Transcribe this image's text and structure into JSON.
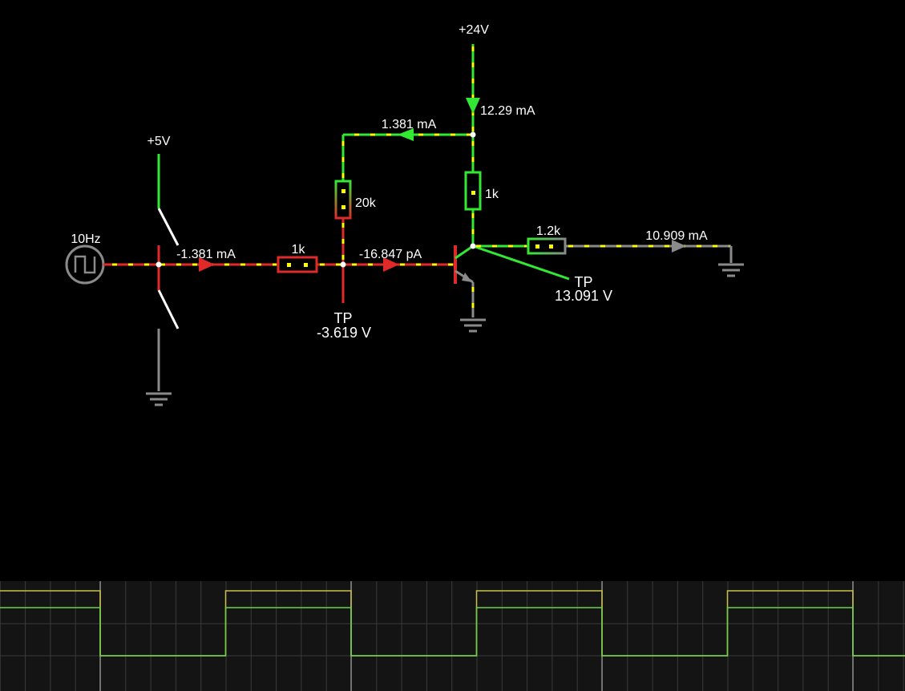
{
  "circuit": {
    "supply_24": "+24V",
    "supply_5": "+5V",
    "source_freq": "10Hz",
    "r_base": "1k",
    "r_feedback": "20k",
    "r_collector": "1k",
    "r_load": "1.2k",
    "i_supply": "12.29 mA",
    "i_feedback": "1.381 mA",
    "i_switch": "-1.381 mA",
    "i_base": "-16.847 pA",
    "i_load": "10.909 mA",
    "tp_base_label": "TP",
    "tp_base_value": "-3.619 V",
    "tp_collector_label": "TP",
    "tp_collector_value": "13.091 V"
  },
  "colors": {
    "hot": "#33e833",
    "cold": "#e02a2a",
    "neutral": "#8a8a8a",
    "current_dot": "#ffff00",
    "scope_yellow": "#c8c04a",
    "scope_green": "#6fd04a"
  },
  "scope": {
    "periods": 4,
    "duty": 0.5
  }
}
